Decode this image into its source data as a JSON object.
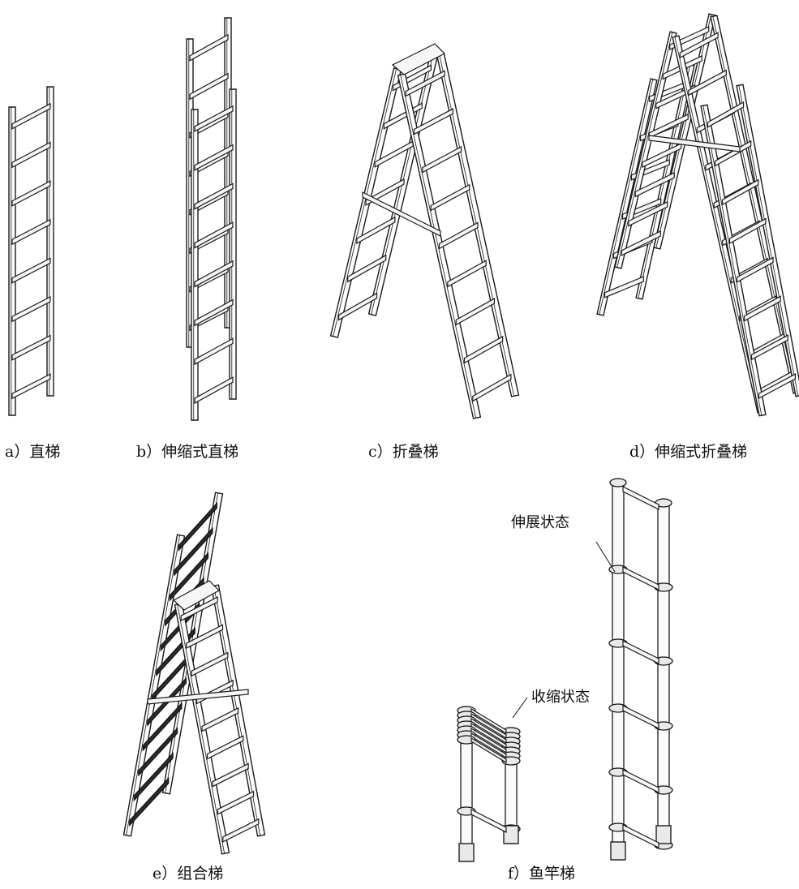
{
  "figures": [
    {
      "id": "a",
      "caption": "a）直梯"
    },
    {
      "id": "b",
      "caption": "b）伸缩式直梯"
    },
    {
      "id": "c",
      "caption": "c）折叠梯"
    },
    {
      "id": "d",
      "caption": "d）伸缩式折叠梯"
    },
    {
      "id": "e",
      "caption": "e）组合梯"
    },
    {
      "id": "f",
      "caption": "f）鱼竿梯"
    }
  ],
  "callouts": {
    "extended": "伸展状态",
    "retracted": "收缩状态"
  }
}
